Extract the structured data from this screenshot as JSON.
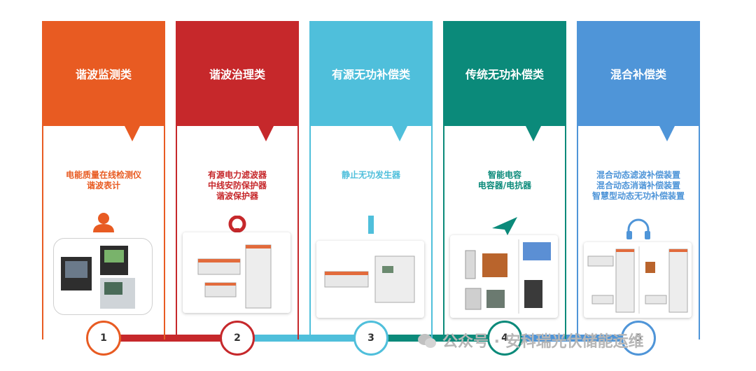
{
  "columns": [
    {
      "title": "谐波监测类",
      "color": "#e85b22",
      "products": [
        "电能质量在线检测仪",
        "谐波表计"
      ],
      "step": "1",
      "icon": "person-icon"
    },
    {
      "title": "谐波治理类",
      "color": "#c6282b",
      "products": [
        "有源电力滤波器",
        "中线安防保护器",
        "谐波保护器"
      ],
      "step": "2",
      "icon": "location-pin-icon"
    },
    {
      "title": "有源无功补偿类",
      "color": "#4fbfdb",
      "products": [
        "静止无功发生器"
      ],
      "step": "3",
      "icon": "bar-icon"
    },
    {
      "title": "传统无功补偿类",
      "color": "#0b8a7a",
      "products": [
        "智能电容",
        "电容器/电抗器"
      ],
      "step": "4",
      "icon": "paper-plane-icon"
    },
    {
      "title": "混合补偿类",
      "color": "#4f95d8",
      "products": [
        "混合动态滤波补偿装置",
        "混合动态消谐补偿装置",
        "智慧型动态无功补偿装置"
      ],
      "step": "5",
      "icon": "headphones-icon"
    }
  ],
  "watermark": "公众号 · 安科瑞光伏储能运维"
}
